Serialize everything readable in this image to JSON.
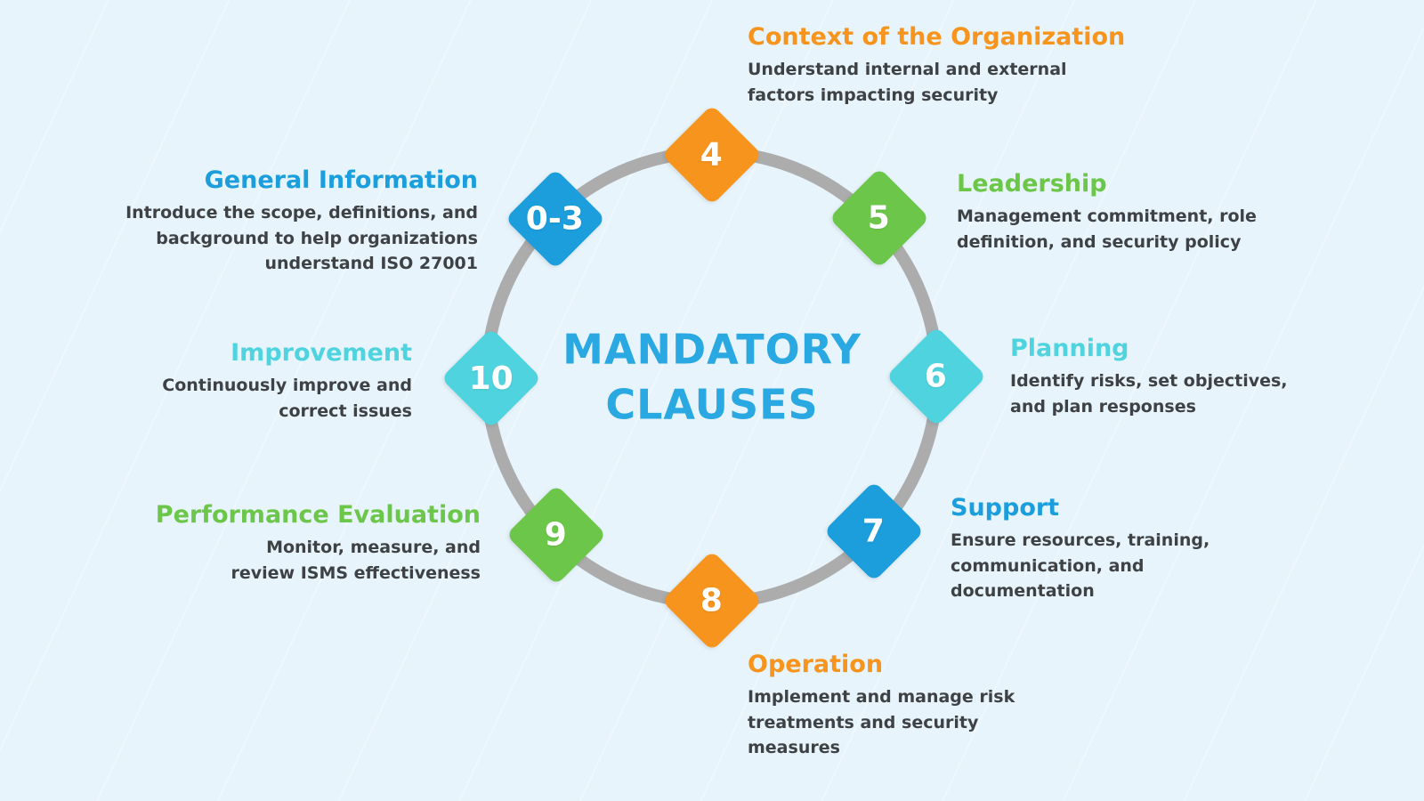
{
  "center": {
    "title_line1": "MANDATORY",
    "title_line2": "CLAUSES"
  },
  "colors": {
    "background": "#E7F4FB",
    "ring_gray": "#ACACAC",
    "center_title_blue": "#29A8E2",
    "orange": "#F7941D",
    "green": "#6CC649",
    "blue": "#1C9EDC",
    "cyan": "#4FD3DE",
    "description_text": "#3F4245",
    "diamond_number_text": "#FFFFFF"
  },
  "nodes": [
    {
      "number": "4",
      "color": "orange",
      "title": "Context of the Organization",
      "description": "Understand internal and external\nfactors impacting security"
    },
    {
      "number": "5",
      "color": "green",
      "title": "Leadership",
      "description": "Management commitment, role\ndefinition, and security policy"
    },
    {
      "number": "6",
      "color": "cyan",
      "title": "Planning",
      "description": "Identify risks, set objectives,\nand plan responses"
    },
    {
      "number": "7",
      "color": "blue",
      "title": "Support",
      "description": "Ensure resources, training,\ncommunication, and\ndocumentation"
    },
    {
      "number": "8",
      "color": "orange",
      "title": "Operation",
      "description": "Implement and manage risk\ntreatments and security\nmeasures"
    },
    {
      "number": "9",
      "color": "green",
      "title": "Performance Evaluation",
      "description": "Monitor, measure, and\nreview ISMS effectiveness"
    },
    {
      "number": "10",
      "color": "cyan",
      "title": "Improvement",
      "description": "Continuously improve and\ncorrect issues"
    },
    {
      "number": "0-3",
      "color": "blue",
      "title": "General Information",
      "description": "Introduce the scope, definitions, and\nbackground to help organizations\nunderstand ISO 27001"
    }
  ]
}
